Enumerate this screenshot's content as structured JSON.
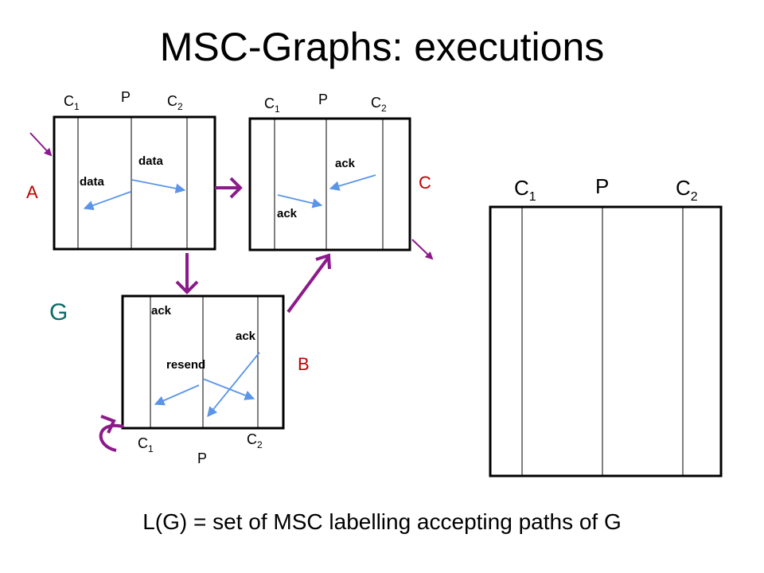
{
  "slide": {
    "title": "MSC-Graphs: executions",
    "footer": "L(G) = set of MSC labelling accepting paths of G",
    "graph_label": "G",
    "colors": {
      "node_label": "#c00000",
      "graph_label": "#0d6b6b",
      "transition": "#8b1a8b",
      "message": "#5b95e8"
    }
  },
  "nodes": {
    "A": {
      "label": "A",
      "lifelines": {
        "c1": "C",
        "c1_sub": "1",
        "p": "P",
        "c2": "C",
        "c2_sub": "2"
      },
      "messages": {
        "m1": "data",
        "m2": "data"
      }
    },
    "C": {
      "label": "C",
      "lifelines": {
        "c1": "C",
        "c1_sub": "1",
        "p": "P",
        "c2": "C",
        "c2_sub": "2"
      },
      "messages": {
        "m1": "ack",
        "m2": "ack"
      }
    },
    "B": {
      "label": "B",
      "lifelines": {
        "c1": "C",
        "c1_sub": "1",
        "p": "P",
        "c2": "C",
        "c2_sub": "2"
      },
      "messages": {
        "m1": "ack",
        "m2": "ack",
        "m3": "resend"
      }
    }
  },
  "execution": {
    "lifelines": {
      "c1": "C",
      "c1_sub": "1",
      "p": "P",
      "c2": "C",
      "c2_sub": "2"
    }
  }
}
